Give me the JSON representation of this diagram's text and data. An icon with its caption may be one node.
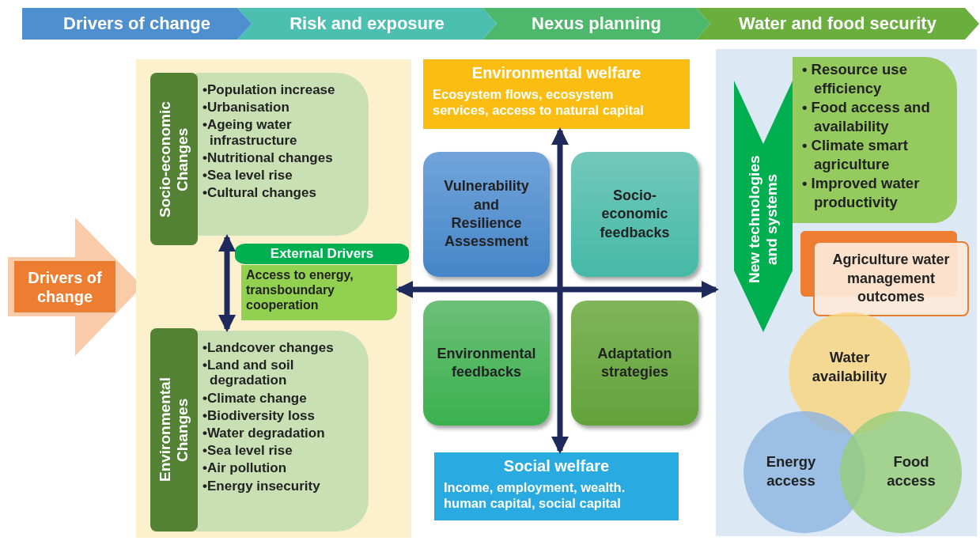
{
  "diagram": {
    "nodes": [
      {
        "text": [
          "Drivers of change"
        ]
      },
      {
        "text": [
          "Risk and exposure"
        ]
      },
      {
        "text": [
          "Nexus planning"
        ]
      },
      {
        "text": [
          "Water and food security"
        ]
      },
      {
        "text": [
          "Drivers of change"
        ]
      },
      {
        "text": [],
        "shape": "box"
      },
      {
        "text": [
          "Socio-economic Changes"
        ],
        "in": 5
      },
      {
        "text": [
          "•Population increase",
          "•Urbanisation",
          "•Ageing water infrastructure",
          "•Nutritional changes",
          "•Sea level rise",
          "•Cultural changes"
        ],
        "in": 5
      },
      {
        "text": [
          "External Drivers",
          "Access to energy, transboundary cooperation"
        ],
        "in": 5
      },
      {
        "text": [
          "Environmental Changes"
        ],
        "in": 5
      },
      {
        "text": [
          "•Landcover changes",
          "•Land and soil degradation",
          "•Climate change",
          "•Biodiversity loss",
          "•Water degradation",
          "•Sea level rise",
          "•Air pollution",
          "•Energy insecurity"
        ],
        "in": 5
      },
      {
        "text": [
          "Environmental welfare",
          "Ecosystem flows, ecosystem services, access to natural capital"
        ]
      },
      {
        "text": [
          "Vulnerability and Resilience Assessment"
        ]
      },
      {
        "text": [
          "Socio-economic feedbacks"
        ]
      },
      {
        "text": [
          "Environmental feedbacks"
        ]
      },
      {
        "text": [
          "Adaptation strategies"
        ]
      },
      {
        "text": [
          "Social welfare",
          "Income, employment, wealth. human capital, social capital"
        ]
      },
      {
        "text": [],
        "shape": "box"
      },
      {
        "text": [
          "New technologies and systems"
        ],
        "in": 17
      },
      {
        "text": [
          "• Resource use efficiency",
          "• Food access and availability",
          "• Climate smart agriculture",
          "• Improved water productivity"
        ],
        "in": 17
      },
      {
        "text": [
          "Agriculture water management outcomes"
        ],
        "in": 17
      },
      {
        "text": [
          "Water availability"
        ],
        "in": 17
      },
      {
        "text": [
          "Energy access"
        ],
        "in": 17
      },
      {
        "text": [
          "Food access"
        ],
        "in": 17
      }
    ],
    "edges": [
      {
        "from": 7,
        "to": 10,
        "arrow": "both"
      },
      {
        "from": 16,
        "to": 11,
        "arrow": "both"
      },
      {
        "from": 8,
        "to": 17,
        "arrow": "both"
      }
    ]
  }
}
